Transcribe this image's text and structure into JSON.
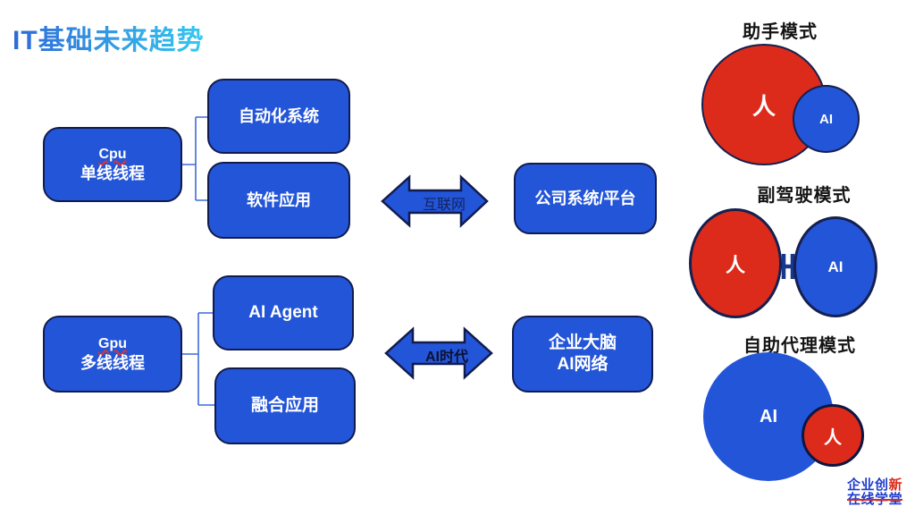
{
  "title": "IT基础未来趋势",
  "cpu_tree": {
    "root_line1": "Cpu",
    "root_line2": "单线线程",
    "child1": "自动化系统",
    "child2": "软件应用",
    "arrow_label": "互联网",
    "target": "公司系统/平台"
  },
  "gpu_tree": {
    "root_line1": "Gpu",
    "root_line2": "多线线程",
    "child1": "AI Agent",
    "child2": "融合应用",
    "arrow_label": "AI时代",
    "target_line1": "企业大脑",
    "target_line2": "AI网络"
  },
  "modes": {
    "assistant": {
      "title": "助手模式",
      "human_label": "人",
      "ai_label": "AI"
    },
    "copilot": {
      "title": "副驾驶模式",
      "human_label": "人",
      "ai_label": "AI"
    },
    "agent": {
      "title": "自助代理模式",
      "ai_label": "AI",
      "human_label": "人"
    }
  },
  "logo": {
    "line1_prefix": "企业创",
    "line1_accent": "新",
    "line2": "在线学堂"
  },
  "colors": {
    "box_blue": "#2355d8",
    "dark_border": "#111b4d",
    "red": "#dc2a1b",
    "title_gradient_start": "#2e6ad8",
    "title_gradient_end": "#36c9ef",
    "connector_blue": "#3f6ad8",
    "copilot_connector": "#16368f",
    "logo_blue": "#1c3bcc"
  }
}
